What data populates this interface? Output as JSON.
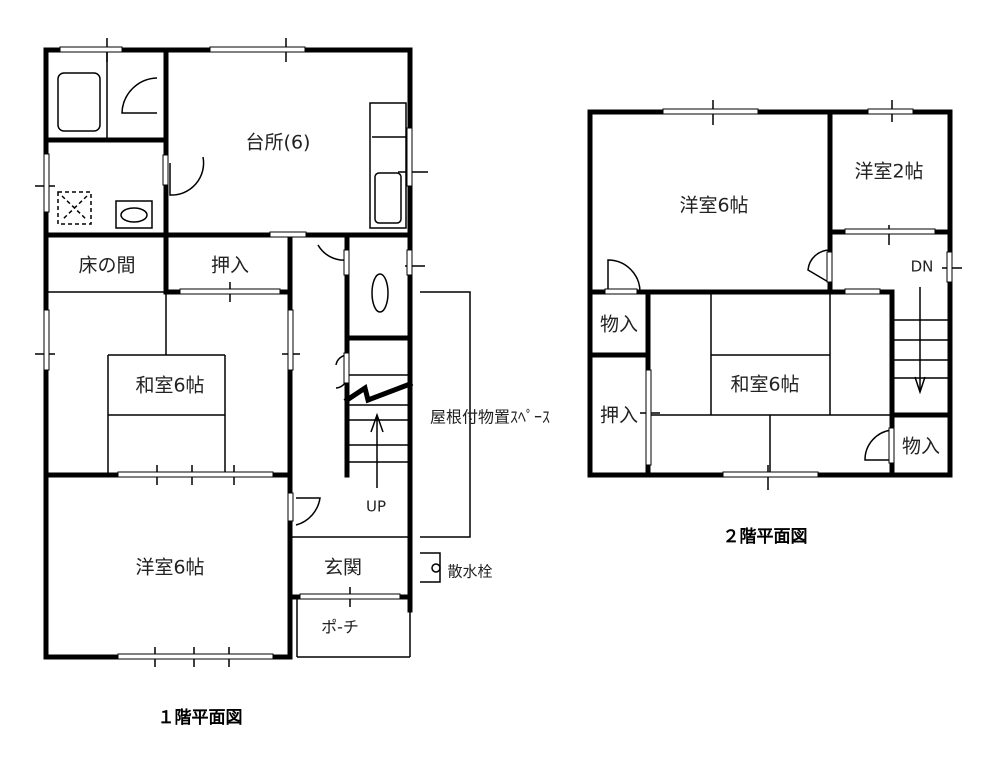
{
  "floor1": {
    "title": "１階平面図",
    "rooms": {
      "kitchen": "台所(6)",
      "tokonoma": "床の間",
      "oshiire": "押入",
      "washitsu": "和室6帖",
      "youshitsu": "洋室6帖",
      "genkan": "玄関",
      "porch": "ポ-チ",
      "storage": "屋根付物置ｽﾍﾟｰｽ",
      "faucet": "散水栓",
      "stairs": "UP"
    }
  },
  "floor2": {
    "title": "２階平面図",
    "rooms": {
      "youshitsu6": "洋室6帖",
      "youshitsu2": "洋室2帖",
      "washitsu": "和室6帖",
      "monoire1": "物入",
      "oshiire": "押入",
      "monoire2": "物入",
      "stairs": "DN"
    }
  }
}
